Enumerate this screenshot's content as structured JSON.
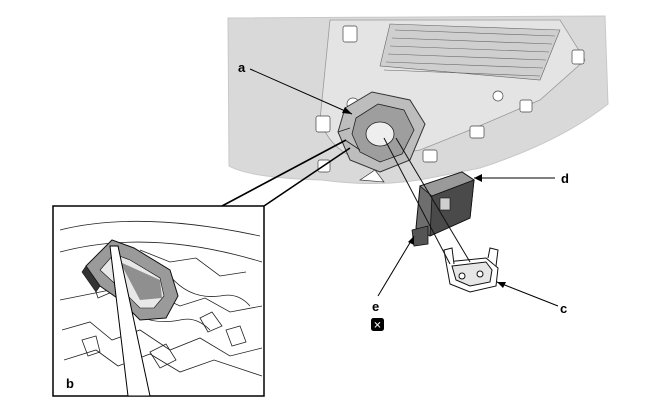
{
  "callouts": {
    "a": "a",
    "b": "b",
    "c": "c",
    "d": "d",
    "e": "e"
  },
  "replace_symbol": {
    "icon": "replace-part-x-icon",
    "glyph": "✕"
  },
  "colors": {
    "panel_gray": "#d9d9d9",
    "line": "#000000",
    "highlight": "#555555"
  }
}
